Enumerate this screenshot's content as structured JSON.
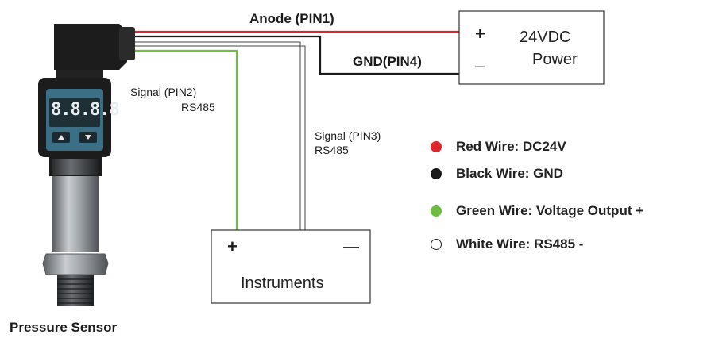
{
  "wires": {
    "anode_label": "Anode (PIN1)",
    "gnd_label": "GND(PIN4)",
    "signal2_label": "Signal (PIN2)",
    "signal2_sub": "RS485",
    "signal3_label": "Signal (PIN3)",
    "signal3_sub": "RS485"
  },
  "power": {
    "plus": "+",
    "minus": "_",
    "line1": "24VDC",
    "line2": "Power"
  },
  "instruments": {
    "plus": "+",
    "minus": "—",
    "label": "Instruments"
  },
  "sensor": {
    "display": "8.8.8.8",
    "caption": "Pressure Sensor"
  },
  "legend": {
    "items": [
      {
        "label": "Red Wire: DC24V",
        "color": "#e0262b"
      },
      {
        "label": "Black Wire: GND",
        "color": "#1a1a1a"
      },
      {
        "label": "Green Wire: Voltage Output +",
        "color": "#6cbf3e"
      },
      {
        "label": "White Wire: RS485 -",
        "color": "#ffffff"
      }
    ]
  },
  "colors": {
    "red": "#e0262b",
    "black": "#1a1a1a",
    "green": "#6cbf3e",
    "white": "#ffffff",
    "sensor_body": "#7b7f82",
    "display_bg": "#1f2f36"
  }
}
